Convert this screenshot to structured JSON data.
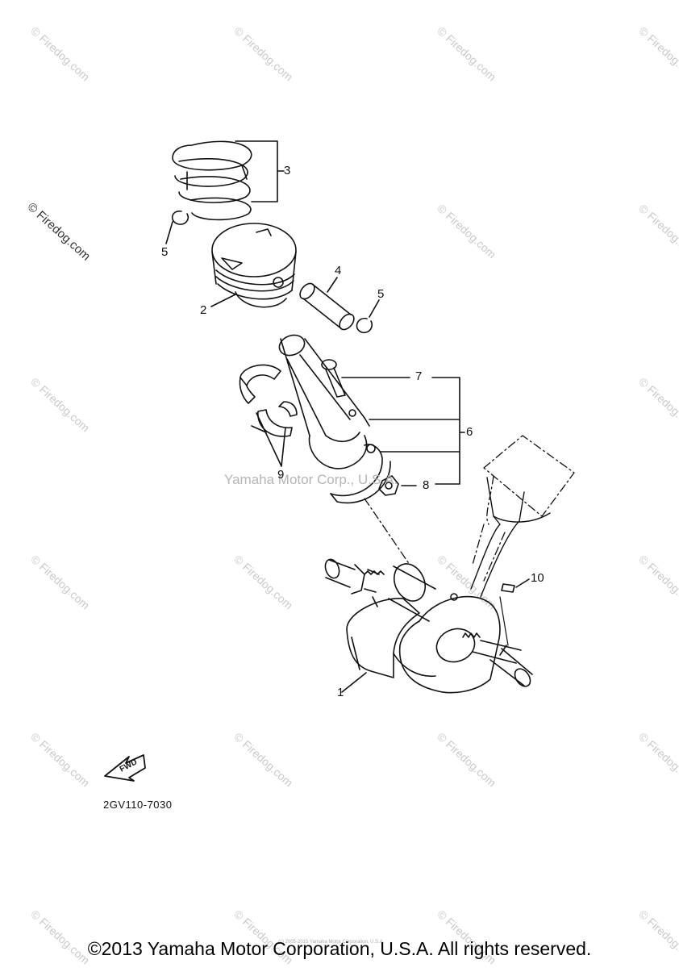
{
  "watermark": "© Firedog.com",
  "side_watermark": "© Firedog.com",
  "center_watermark": "Yamaha Motor Corp., U.S.A.",
  "callouts": {
    "c1": "1",
    "c2": "2",
    "c3": "3",
    "c4": "4",
    "c5a": "5",
    "c5b": "5",
    "c6": "6",
    "c7": "7",
    "c8": "8",
    "c9": "9",
    "c10": "10"
  },
  "fwd_label": "FWD",
  "part_code": "2GV110-7030",
  "tiny_copyright": "(c) 2005-2015 Yamaha Motor Corporation, U.S.A.",
  "copyright": "©2013 Yamaha Motor Corporation, U.S.A. All rights reserved."
}
